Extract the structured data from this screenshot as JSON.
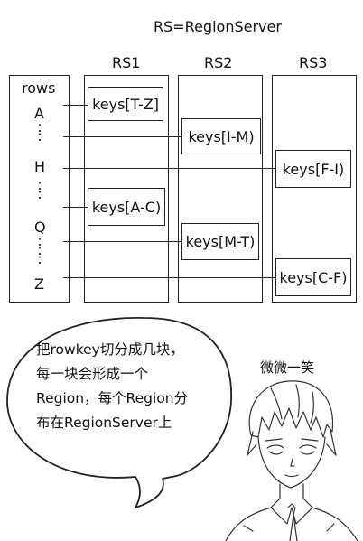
{
  "title": "RS=RegionServer",
  "columns": [
    {
      "label": "RS1"
    },
    {
      "label": "RS2"
    },
    {
      "label": "RS3"
    }
  ],
  "rows": {
    "header": "rows",
    "labels": [
      "A",
      "H",
      "Q",
      "Z"
    ],
    "dots": ":"
  },
  "regions": [
    {
      "server": "RS1",
      "label": "keys[T-Z]"
    },
    {
      "server": "RS2",
      "label": "keys[I-M)"
    },
    {
      "server": "RS3",
      "label": "keys[F-I)"
    },
    {
      "server": "RS1",
      "label": "keys[A-C)"
    },
    {
      "server": "RS2",
      "label": "keys[M-T)"
    },
    {
      "server": "RS3",
      "label": "keys[C-F)"
    }
  ],
  "speech": {
    "lines": [
      "把rowkey切分成几块，",
      "每一块会形成一个",
      "Region，每个Region分",
      "布在RegionServer上"
    ]
  },
  "caption": "微微一笑"
}
